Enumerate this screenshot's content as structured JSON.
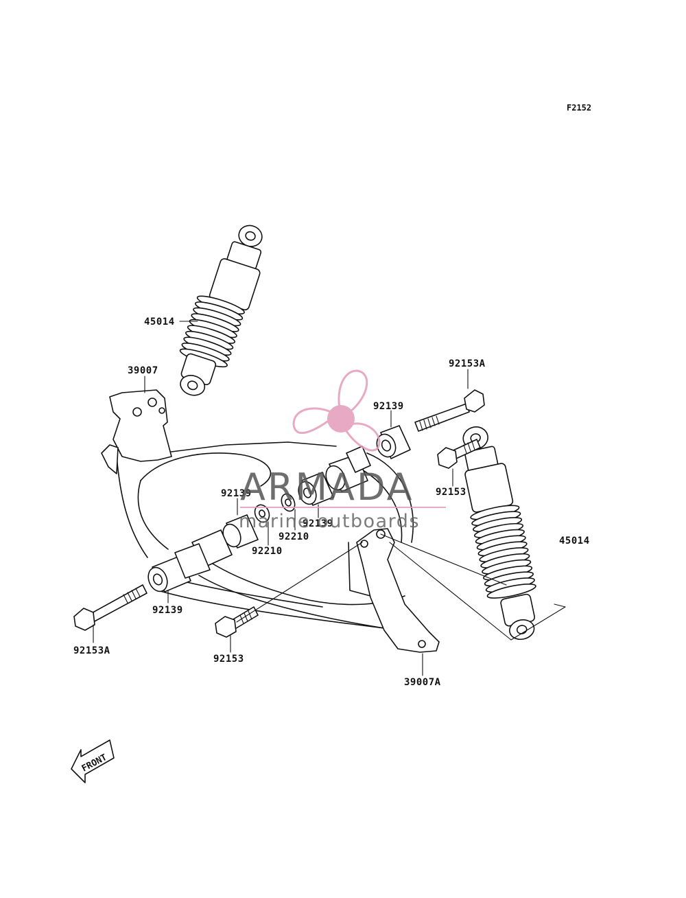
{
  "figure_code": "F2152",
  "labels": {
    "shock_upper": "45014",
    "shock_right": "45014",
    "bracket_left": "39007",
    "bracket_right": "39007A",
    "bolt_top_right": "92153A",
    "bolt_bottom_left": "92153A",
    "bolt_mid_right": "92153",
    "bolt_bottom_mid": "92153",
    "bushing_top_right": "92139",
    "bushing_mid_left": "92139",
    "bushing_mid": "92139",
    "bushing_bottom_left": "92139",
    "collar_mid": "92210",
    "collar_left": "92210"
  },
  "front_arrow": "FRONT",
  "watermark": {
    "brand": "ARMADA",
    "tagline": "marine outboards",
    "color": "#e39bb9"
  }
}
